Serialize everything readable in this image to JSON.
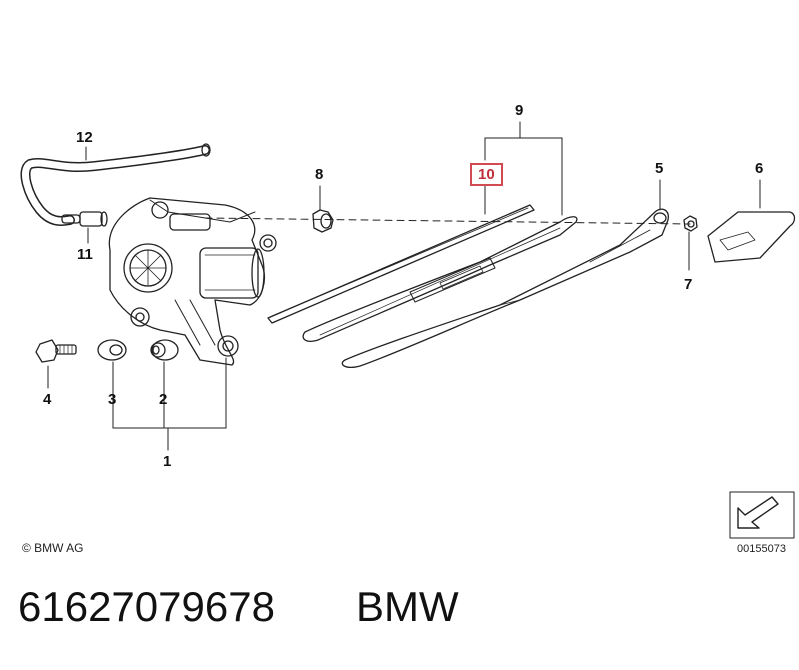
{
  "diagram": {
    "callouts": {
      "c1": "1",
      "c2": "2",
      "c3": "3",
      "c4": "4",
      "c5": "5",
      "c6": "6",
      "c7": "7",
      "c8": "8",
      "c9": "9",
      "c10": "10",
      "c11": "11",
      "c12": "12"
    },
    "highlight_color": "#d24a52",
    "copyright": "© BMW AG",
    "reference_number": "00155073"
  },
  "footer": {
    "part_number": "61627079678",
    "brand": "BMW"
  }
}
